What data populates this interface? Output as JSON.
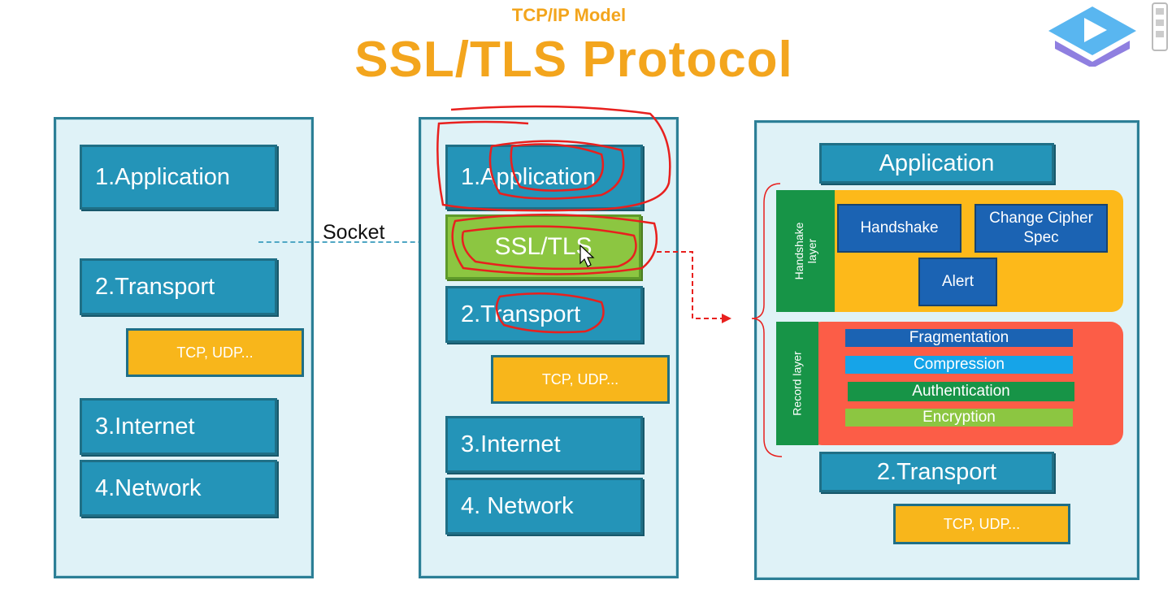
{
  "header": {
    "subtitle": "TCP/IP Model",
    "title": "SSL/TLS Protocol"
  },
  "left_stack": {
    "application": "1.Application",
    "transport": "2.Transport",
    "protocols": "TCP, UDP...",
    "internet": "3.Internet",
    "network": "4.Network"
  },
  "socket_label": "Socket",
  "middle_stack": {
    "application": "1.Application",
    "ssl_tls": "SSL/TLS",
    "transport": "2.Transport",
    "protocols": "TCP, UDP...",
    "internet": "3.Internet",
    "network": "4. Network"
  },
  "right_stack": {
    "application": "Application",
    "handshake_layer_label": "Handshake layer",
    "handshake": "Handshake",
    "change_cipher_spec": "Change Cipher Spec",
    "alert": "Alert",
    "record_layer_label": "Record layer",
    "record_items": [
      "Fragmentation",
      "Compression",
      "Authentication",
      "Encryption"
    ],
    "transport": "2.Transport",
    "protocols": "TCP, UDP..."
  },
  "colors": {
    "title": "#f3a51d",
    "layer_blue": "#2494b8",
    "ssl_green": "#8cc641",
    "protocol_yellow": "#f8b61b",
    "handshake_orange": "#fdb91a",
    "record_red": "#fc5d47",
    "annotation_red": "#e8201e",
    "fragmentation": "#1b63b3",
    "compression": "#16a4e8",
    "authentication": "#179447",
    "encryption": "#8cc641"
  },
  "icons": {
    "logo": "video-player-logo-icon",
    "cursor": "mouse-cursor-icon"
  }
}
